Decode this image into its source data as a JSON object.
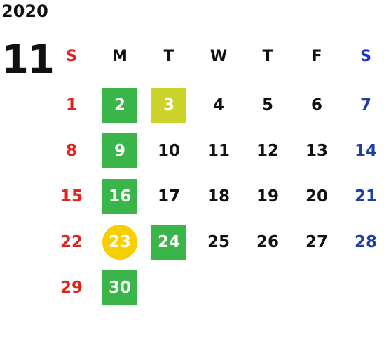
{
  "calendar": {
    "year": "2020",
    "month": "11",
    "weekdays": [
      "S",
      "M",
      "T",
      "W",
      "T",
      "F",
      "S"
    ],
    "weeks": [
      [
        "1",
        "2",
        "3",
        "4",
        "5",
        "6",
        "7"
      ],
      [
        "8",
        "9",
        "10",
        "11",
        "12",
        "13",
        "14"
      ],
      [
        "15",
        "16",
        "17",
        "18",
        "19",
        "20",
        "21"
      ],
      [
        "22",
        "23",
        "24",
        "25",
        "26",
        "27",
        "28"
      ],
      [
        "29",
        "30",
        "",
        "",
        "",
        "",
        ""
      ]
    ],
    "highlights": {
      "2": "green",
      "3": "lime",
      "9": "green",
      "16": "green",
      "23": "circle",
      "24": "green",
      "30": "green"
    }
  },
  "colors": {
    "sunday": "#e0241c",
    "saturday": "#1e3fa3",
    "saturday_header": "#1a2fd6",
    "green": "#39b54a",
    "lime": "#cbd42a",
    "yellow_circle": "#f7cf00"
  }
}
